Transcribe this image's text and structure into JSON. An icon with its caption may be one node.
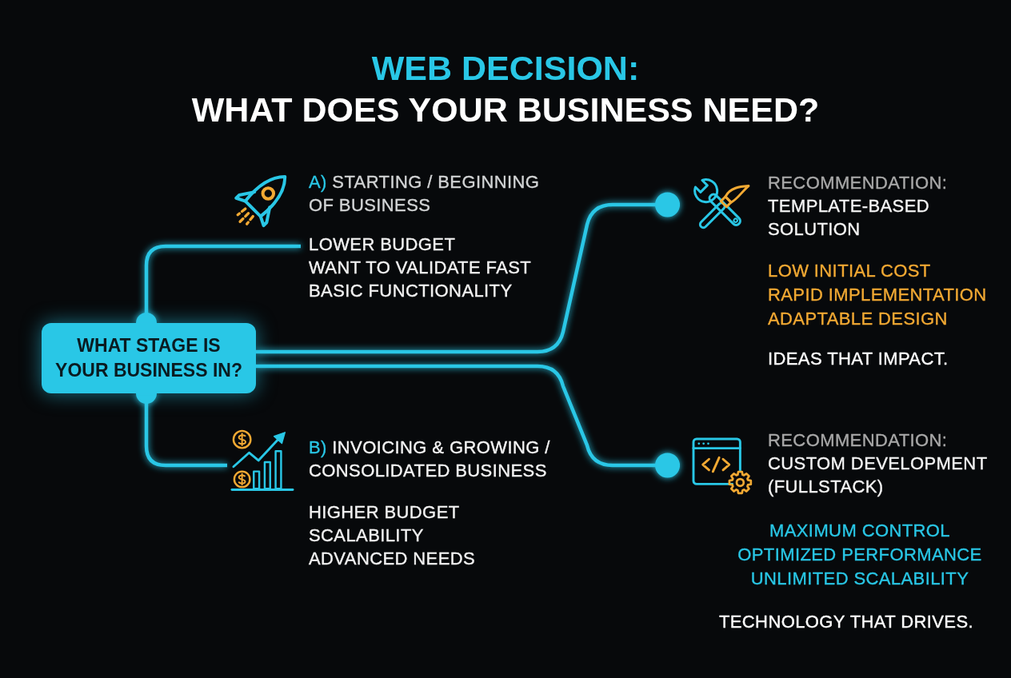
{
  "diagram": {
    "title": "WEB DECISION:",
    "nodes": [
      {
        "text": [
          "A) STARTING / BEGINNING OF BUSINESS",
          "LOWER BUDGET",
          "WANT TO VALIDATE FAST",
          "BASIC FUNCTIONALITY"
        ]
      },
      {
        "text": [
          "RECOMMENDATION:",
          "TEMPLATE-BASED SOLUTION",
          "LOW INITIAL COST",
          "RAPID IMPLEMENTATION",
          "ADAPTABLE DESIGN",
          "IDEAS THAT IMPACT."
        ]
      },
      {
        "text": [
          "WHAT STAGE IS YOUR BUSINESS IN?"
        ]
      },
      {
        "text": [
          "B) INVOICING & GROWING / CONSOLIDATED BUSINESS",
          "HIGHER BUDGET",
          "SCALABILITY",
          "ADVANCED NEEDS"
        ]
      },
      {
        "text": [
          "RECOMMENDATION:",
          "CUSTOM DEVELOPMENT (FULLSTACK)",
          "MAXIMUM CONTROL",
          "OPTIMIZED PERFORMANCE",
          "UNLIMITED SCALABILITY",
          "TECHNOLOGY THAT DRIVES."
        ]
      }
    ],
    "edges": [
      {
        "from": 2,
        "to": 0,
        "arrow": "other"
      },
      {
        "from": 2,
        "to": 1,
        "arrow": "other"
      },
      {
        "from": 2,
        "to": 3,
        "arrow": "other"
      },
      {
        "from": 2,
        "to": 4,
        "arrow": "other"
      }
    ],
    "labels": [
      "WHAT DOES YOUR BUSINESS NEED?"
    ]
  }
}
